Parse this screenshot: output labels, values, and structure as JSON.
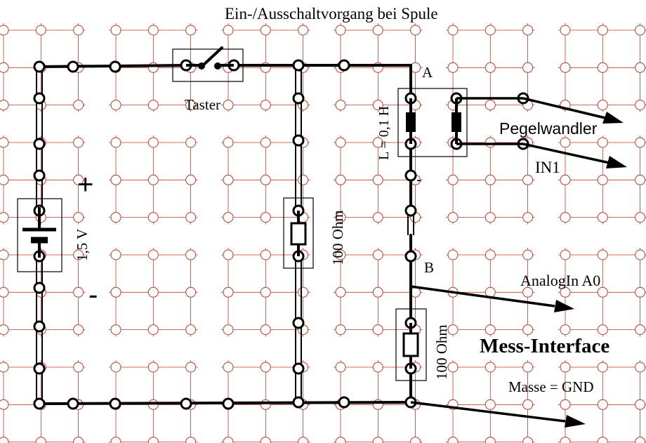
{
  "title": "Ein-/Ausschaltvorgang bei Spule",
  "labels": {
    "taster": "Taster",
    "inductor": "L = 0,1 H",
    "node_a": "A",
    "node_b": "B",
    "pegelwandler": "Pegelwandler",
    "in1": "IN1",
    "battery": "1,5 V",
    "plus": "+",
    "minus": "-",
    "inductor_minus": "-",
    "resistor_middle": "100 Ohm",
    "resistor_right": "100 Ohm",
    "analog_in": "AnalogIn A0",
    "interface": "Mess-Interface",
    "ground": "Masse = GND"
  },
  "colors": {
    "grid": "#c0392b",
    "wire": "#000000",
    "component": "#000000"
  }
}
